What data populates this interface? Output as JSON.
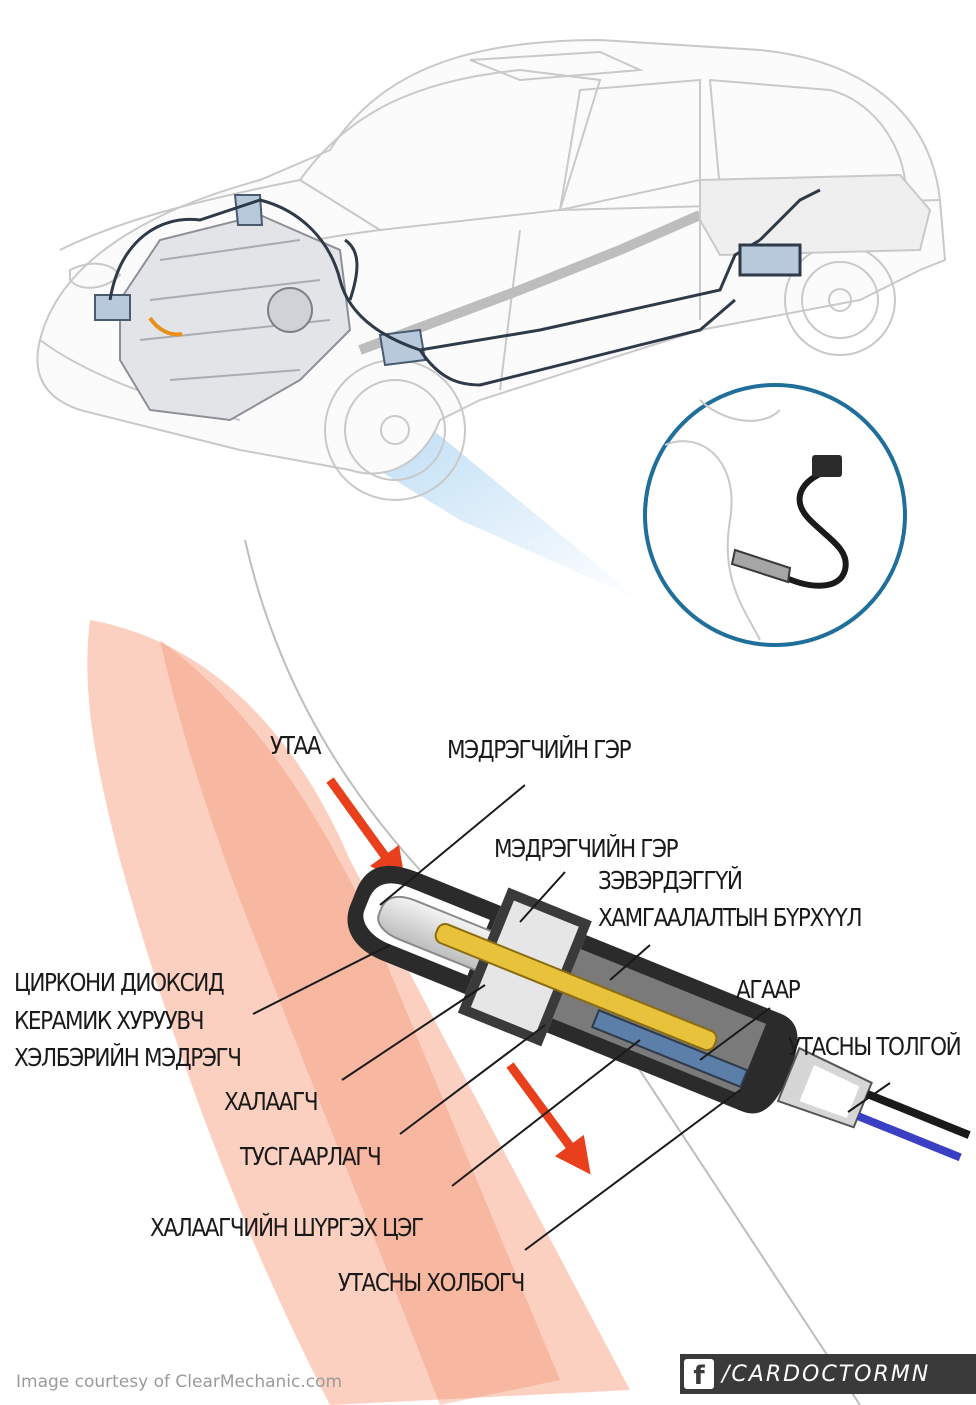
{
  "labels": {
    "smoke": "УТАА",
    "sensor_housing_top": "МЭДРЭГЧИЙН ГЭР",
    "sensor_housing_mid": "МЭДРЭГЧИЙН ГЭР",
    "stainless_line1": "ЗЭВЭРДЭГГҮЙ",
    "stainless_line2": "ХАМГААЛАЛТЫН БҮРХҮҮЛ",
    "zirconia_line1": "ЦИРКОНИ ДИОКСИД",
    "zirconia_line2": "КЕРАМИК ХУРУУВЧ",
    "zirconia_line3": "ХЭЛБЭРИЙН МЭДРЭГЧ",
    "air": "АГААР",
    "wire_head": "УТАСНЫ ТОЛГОЙ",
    "heater": "ХАЛААГЧ",
    "insulator": "ТУСГААРЛАГЧ",
    "heater_clamp": "ХАЛААГЧИЙН ШҮРГЭХ ЦЭГ",
    "wire_connector": "УТАСНЫ ХОЛБОГЧ"
  },
  "footer": {
    "credit": "Image courtesy of ClearMechanic.com",
    "fb_glyph": "f",
    "handle": "/CARDOCTORMN"
  },
  "colors": {
    "exhaust_glow": "#f7a98c",
    "arrow": "#e8401c",
    "sensor_body": "#2b2b2b",
    "heater_gold": "#e8c23a",
    "wire_blue": "#3b3fc4",
    "callout_ring": "#1f6f9a",
    "highlight_blue": "#6fb6e8",
    "badge_bg": "#3a3a3a"
  }
}
